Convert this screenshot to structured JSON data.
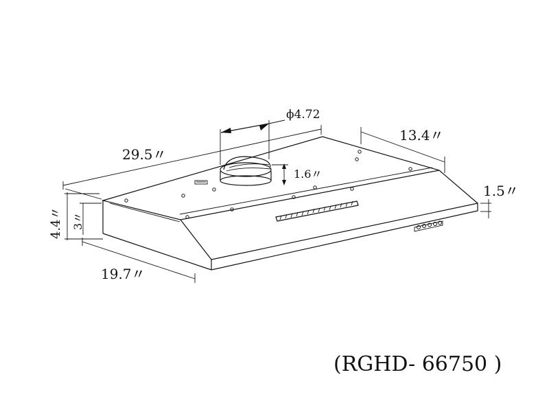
{
  "dimensions": {
    "duct_diameter": "ϕ4.72",
    "width": "29.5〃",
    "depth": "13.4〃",
    "front_height": "1.5〃",
    "collar_height": "1.6〃",
    "overall_height": "4.4〃",
    "side_height": "3〃",
    "bottom_depth": "19.7〃"
  },
  "model": "(RGHD- 66750 )"
}
